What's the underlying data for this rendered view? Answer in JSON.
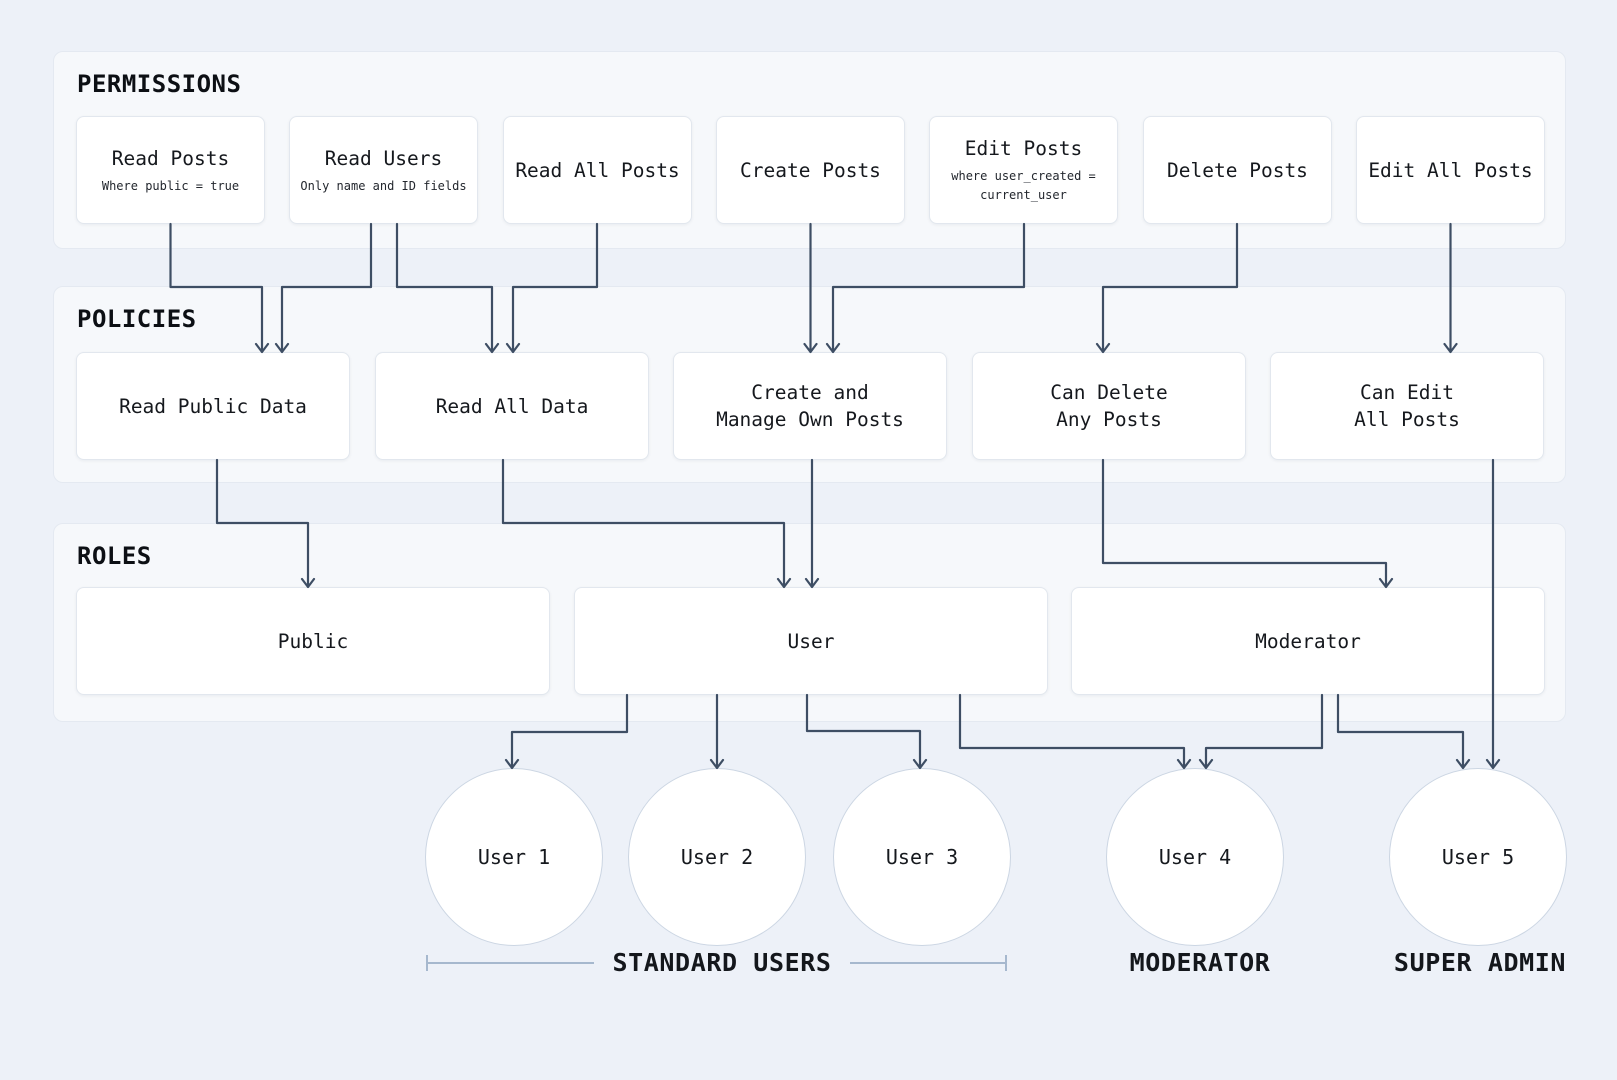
{
  "diagram": {
    "sections": [
      {
        "title": "PERMISSIONS",
        "nodes": [
          {
            "id": "read-posts",
            "label": "Read Posts",
            "subtitle": "Where public = true"
          },
          {
            "id": "read-users",
            "label": "Read Users",
            "subtitle": "Only name and ID fields"
          },
          {
            "id": "read-all-posts",
            "label": "Read All Posts"
          },
          {
            "id": "create-posts",
            "label": "Create Posts"
          },
          {
            "id": "edit-posts",
            "label": "Edit Posts",
            "subtitle": "where user_created =\ncurrent_user"
          },
          {
            "id": "delete-posts",
            "label": "Delete Posts"
          },
          {
            "id": "edit-all-posts",
            "label": "Edit All Posts"
          }
        ]
      },
      {
        "title": "POLICIES",
        "nodes": [
          {
            "id": "read-public-data",
            "label": "Read Public Data"
          },
          {
            "id": "read-all-data",
            "label": "Read All Data"
          },
          {
            "id": "create-manage-own-posts",
            "label": "Create and\nManage Own Posts"
          },
          {
            "id": "can-delete-any-posts",
            "label": "Can Delete\nAny Posts"
          },
          {
            "id": "can-edit-all-posts",
            "label": "Can Edit\nAll Posts"
          }
        ]
      },
      {
        "title": "ROLES",
        "nodes": [
          {
            "id": "public",
            "label": "Public"
          },
          {
            "id": "user",
            "label": "User"
          },
          {
            "id": "moderator",
            "label": "Moderator"
          }
        ]
      }
    ],
    "users": [
      {
        "id": "user-1",
        "label": "User 1"
      },
      {
        "id": "user-2",
        "label": "User 2"
      },
      {
        "id": "user-3",
        "label": "User 3"
      },
      {
        "id": "user-4",
        "label": "User 4"
      },
      {
        "id": "user-5",
        "label": "User 5"
      }
    ],
    "groups": [
      {
        "label": "STANDARD USERS",
        "members": [
          "User 1",
          "User 2",
          "User 3"
        ]
      },
      {
        "label": "MODERATOR",
        "members": [
          "User 4"
        ]
      },
      {
        "label": "SUPER ADMIN",
        "members": [
          "User 5"
        ]
      }
    ],
    "connections": [
      {
        "from": "read-posts",
        "to": "read-public-data"
      },
      {
        "from": "read-users",
        "to": "read-public-data"
      },
      {
        "from": "read-users",
        "to": "read-all-data"
      },
      {
        "from": "read-all-posts",
        "to": "read-all-data"
      },
      {
        "from": "create-posts",
        "to": "create-manage-own-posts"
      },
      {
        "from": "edit-posts",
        "to": "create-manage-own-posts"
      },
      {
        "from": "delete-posts",
        "to": "can-delete-any-posts"
      },
      {
        "from": "edit-all-posts",
        "to": "can-edit-all-posts"
      },
      {
        "from": "read-public-data",
        "to": "public"
      },
      {
        "from": "read-all-data",
        "to": "user"
      },
      {
        "from": "create-manage-own-posts",
        "to": "user"
      },
      {
        "from": "can-delete-any-posts",
        "to": "moderator"
      },
      {
        "from": "can-edit-all-posts",
        "to": "user-5"
      },
      {
        "from": "user",
        "to": "user-1"
      },
      {
        "from": "user",
        "to": "user-2"
      },
      {
        "from": "user",
        "to": "user-3"
      },
      {
        "from": "user",
        "to": "user-4"
      },
      {
        "from": "moderator",
        "to": "user-4"
      },
      {
        "from": "moderator",
        "to": "user-5"
      }
    ],
    "colors": {
      "background": "#edf1f8",
      "panel": "#f6f8fb",
      "panel_border": "#e4e9f1",
      "node_background": "#ffffff",
      "connector": "#3e4e64",
      "bracket": "#a6b8ce"
    }
  }
}
